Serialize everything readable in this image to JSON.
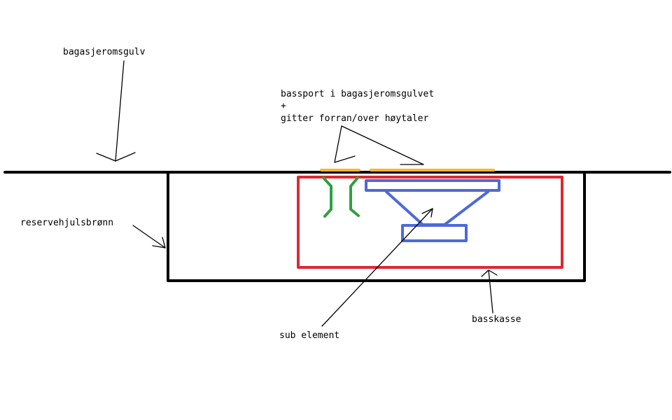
{
  "labels": {
    "floor": "bagasjeromsgulv",
    "port_line1": "bassport i bagasjeromsgulvet",
    "port_line2": "+",
    "port_line3": "gitter forran/over høytaler",
    "spare_well": "reservehjulsbrønn",
    "sub_element": "sub element",
    "box": "basskasse"
  },
  "colors": {
    "outline": "#000000",
    "box": "#dd2831",
    "speaker": "#4d6ad8",
    "port": "#2fa043",
    "grille": "#f2b630"
  }
}
